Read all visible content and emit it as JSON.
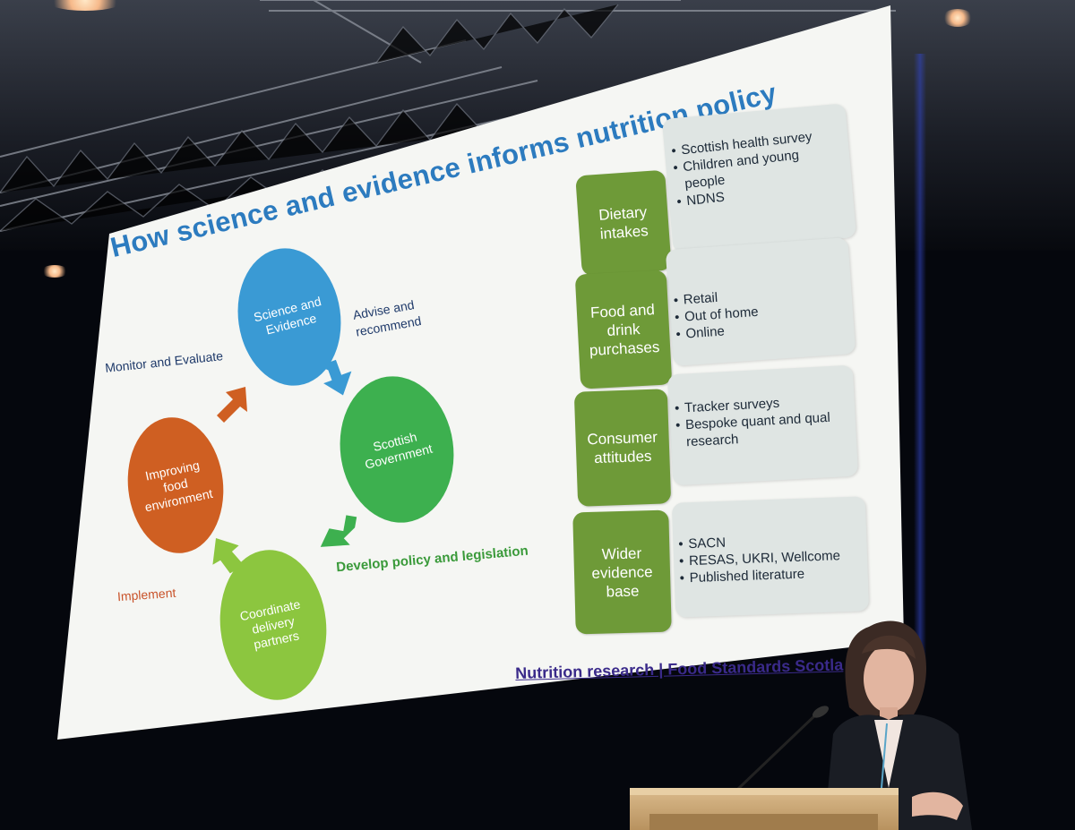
{
  "slide": {
    "title": "How science and evidence informs nutrition policy",
    "cycle": {
      "nodes": [
        {
          "label": "Science and Evidence",
          "color": "#3a9ad4"
        },
        {
          "label": "Scottish Government",
          "color": "#3db04f"
        },
        {
          "label": "Coordinate delivery partners",
          "color": "#8cc63f"
        },
        {
          "label": "Improving food environment",
          "color": "#cf5f22"
        }
      ],
      "edges": {
        "advise": "Advise and recommend",
        "develop": "Develop policy and legislation",
        "implement": "Implement",
        "monitor": "Monitor and Evaluate"
      }
    },
    "evidence_rows": [
      {
        "category": "Dietary intakes",
        "items": [
          "Scottish health survey",
          "Children and young people",
          "NDNS"
        ]
      },
      {
        "category": "Food and drink purchases",
        "items": [
          "Retail",
          "Out of home",
          "Online"
        ]
      },
      {
        "category": "Consumer attitudes",
        "items": [
          "Tracker surveys",
          "Bespoke quant and qual research"
        ]
      },
      {
        "category": "Wider evidence base",
        "items": [
          "SACN",
          "RESAS, UKRI, Wellcome",
          "Published literature"
        ]
      }
    ],
    "footer": "Nutrition research | Food Standards Scotla"
  },
  "colors": {
    "title_blue": "#2c7bbf",
    "category_green": "#6e9a38",
    "item_box_grey": "#dfe5e3",
    "footer_purple": "#3a2a8a"
  }
}
